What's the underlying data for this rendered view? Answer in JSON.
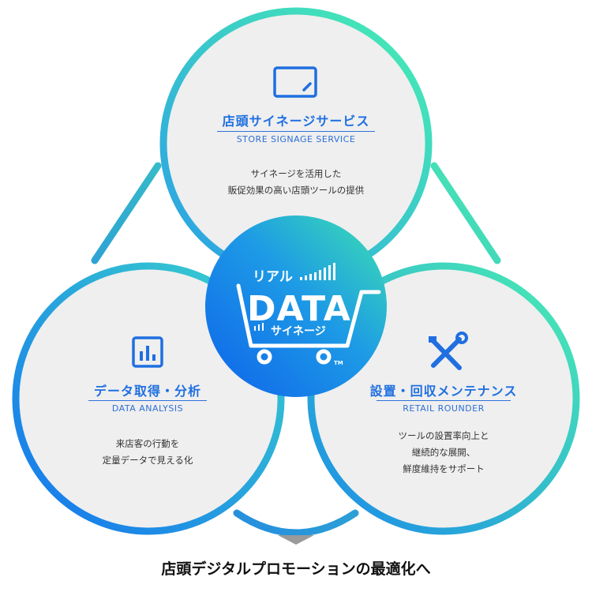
{
  "store_signage": {
    "title": "店頭サイネージサービス",
    "subtitle": "STORE SIGNAGE SERVICE",
    "desc_line1": "サイネージを活用した",
    "desc_line2": "販促効果の高い店頭ツールの提供"
  },
  "data_analysis": {
    "title": "データ取得・分析",
    "subtitle": "DATA ANALYSIS",
    "desc_line1": "来店客の行動を",
    "desc_line2": "定量データで見える化"
  },
  "retail_rounder": {
    "title": "設置・回収メンテナンス",
    "subtitle": "RETAIL ROUNDER",
    "desc_line1": "ツールの設置率向上と",
    "desc_line2": "継続的な展開、",
    "desc_line3": "鮮度維持をサポート"
  },
  "logo": {
    "top": "リアル",
    "main": "DATA",
    "bottom": "サイネージ",
    "tm": "TM"
  },
  "footer": {
    "text": "店頭デジタルプロモーションの最適化へ"
  },
  "colors": {
    "ring_teal": "#40e8b0",
    "ring_blue": "#1a7ff0",
    "title_blue": "#1f6fe0",
    "circle_fill": "#efefef",
    "arrow_gray": "#9a9a9a"
  }
}
